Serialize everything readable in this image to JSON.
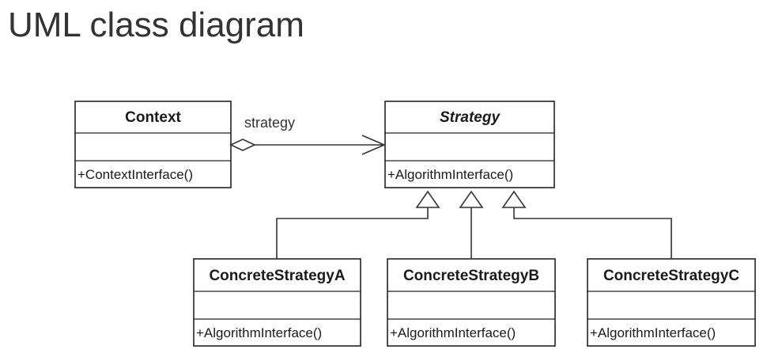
{
  "title": "UML class diagram",
  "classes": {
    "context": {
      "name": "Context",
      "operation": "+ContextInterface()"
    },
    "strategy": {
      "name": "Strategy",
      "operation": "+AlgorithmInterface()"
    },
    "concrete_a": {
      "name": "ConcreteStrategyA",
      "operation": "+AlgorithmInterface()"
    },
    "concrete_b": {
      "name": "ConcreteStrategyB",
      "operation": "+AlgorithmInterface()"
    },
    "concrete_c": {
      "name": "ConcreteStrategyC",
      "operation": "+AlgorithmInterface()"
    }
  },
  "relations": {
    "aggregation_role": "strategy"
  }
}
